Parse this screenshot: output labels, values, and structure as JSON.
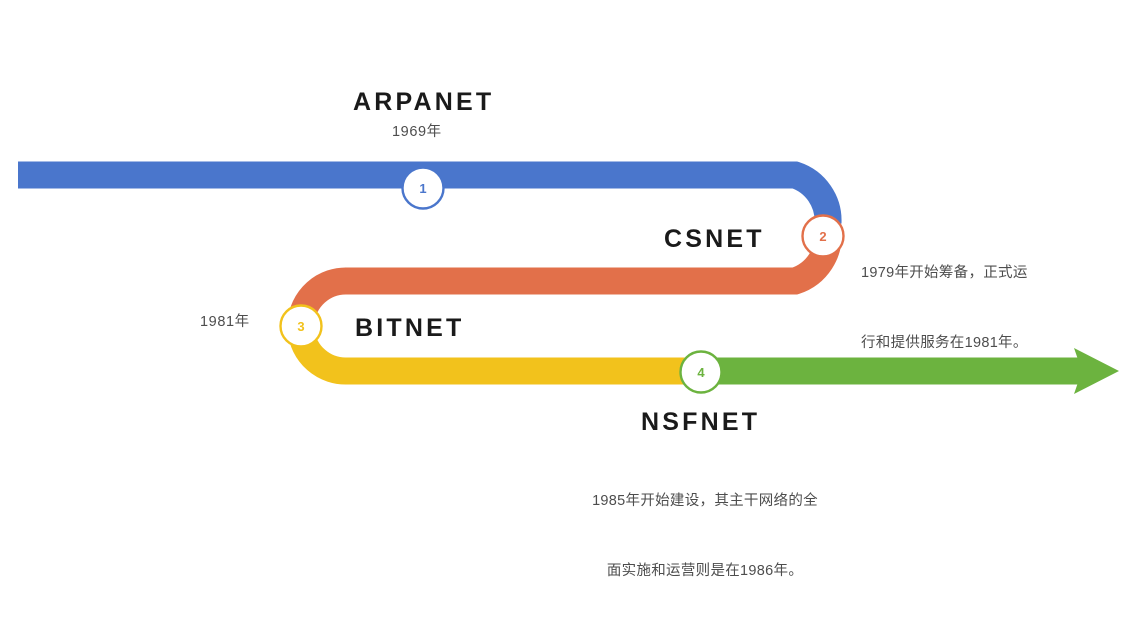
{
  "diagram": {
    "title_text": "Internet evolution timeline",
    "background": "#ffffff",
    "arrow_thickness": 27,
    "segments": [
      {
        "id": "arpanet",
        "name": "ARPANET",
        "color": "#4a76cc",
        "marker": "1",
        "year_label": "1969年"
      },
      {
        "id": "csnet",
        "name": "CSNET",
        "color": "#e2704a",
        "marker": "2",
        "description": "1979年开始筹备，正式运\n行和提供服务在1981年。"
      },
      {
        "id": "bitnet",
        "name": "BITNET",
        "color": "#f2c21c",
        "marker": "3",
        "year_label": "1981年"
      },
      {
        "id": "nsfnet",
        "name": "NSFNET",
        "color": "#6cb33f",
        "marker": "4",
        "description": "1985年开始建设，其主干网络的全\n面实施和运营则是在1986年。"
      }
    ]
  },
  "labels": {
    "arpanet_title": "ARPANET",
    "arpanet_year": "1969年",
    "csnet_title": "CSNET",
    "csnet_desc_line1": "1979年开始筹备，正式运",
    "csnet_desc_line2": "行和提供服务在1981年。",
    "bitnet_title": "BITNET",
    "bitnet_year": "1981年",
    "nsfnet_title": "NSFNET",
    "nsfnet_desc_line1": "1985年开始建设，其主干网络的全",
    "nsfnet_desc_line2": "面实施和运营则是在1986年。",
    "marker_1": "1",
    "marker_2": "2",
    "marker_3": "3",
    "marker_4": "4"
  },
  "colors": {
    "blue": "#4a76cc",
    "orange": "#e2704a",
    "yellow": "#f2c21c",
    "green": "#6cb33f",
    "title_text": "#1a1a1a",
    "note_text": "#4d4d4d",
    "marker_fill": "#ffffff"
  }
}
